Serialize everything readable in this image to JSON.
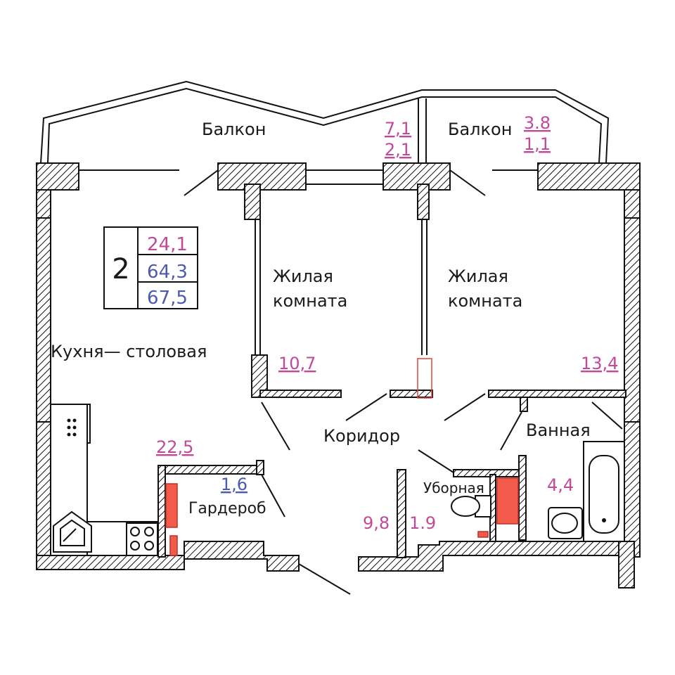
{
  "summary": {
    "rooms": "2",
    "living_area": "24,1",
    "total_area": "64,3",
    "total_with_balcony": "67,5"
  },
  "rooms": {
    "balcony_left": {
      "label": "Балкон",
      "area": "7,1",
      "area_reduced": "2,1"
    },
    "balcony_right": {
      "label": "Балкон",
      "area": "3.8",
      "area_reduced": "1,1"
    },
    "living_room_1": {
      "label_line1": "Жилая",
      "label_line2": "комната",
      "area": "10,7"
    },
    "living_room_2": {
      "label_line1": "Жилая",
      "label_line2": "комната",
      "area": "13,4"
    },
    "kitchen": {
      "label": "Кухня— столовая",
      "area": "22,5"
    },
    "corridor": {
      "label": "Коридор",
      "area": "9,8"
    },
    "wardrobe": {
      "label": "Гардероб",
      "area": "1,6"
    },
    "toilet": {
      "label": "Уборная",
      "area": "1.9"
    },
    "bathroom": {
      "label": "Ванная",
      "area": "4,4"
    }
  },
  "colors": {
    "area_pink": "#c2499a",
    "area_blue": "#4a5bb0",
    "vent_red": "#f25a4a",
    "wall_line": "#111111"
  }
}
